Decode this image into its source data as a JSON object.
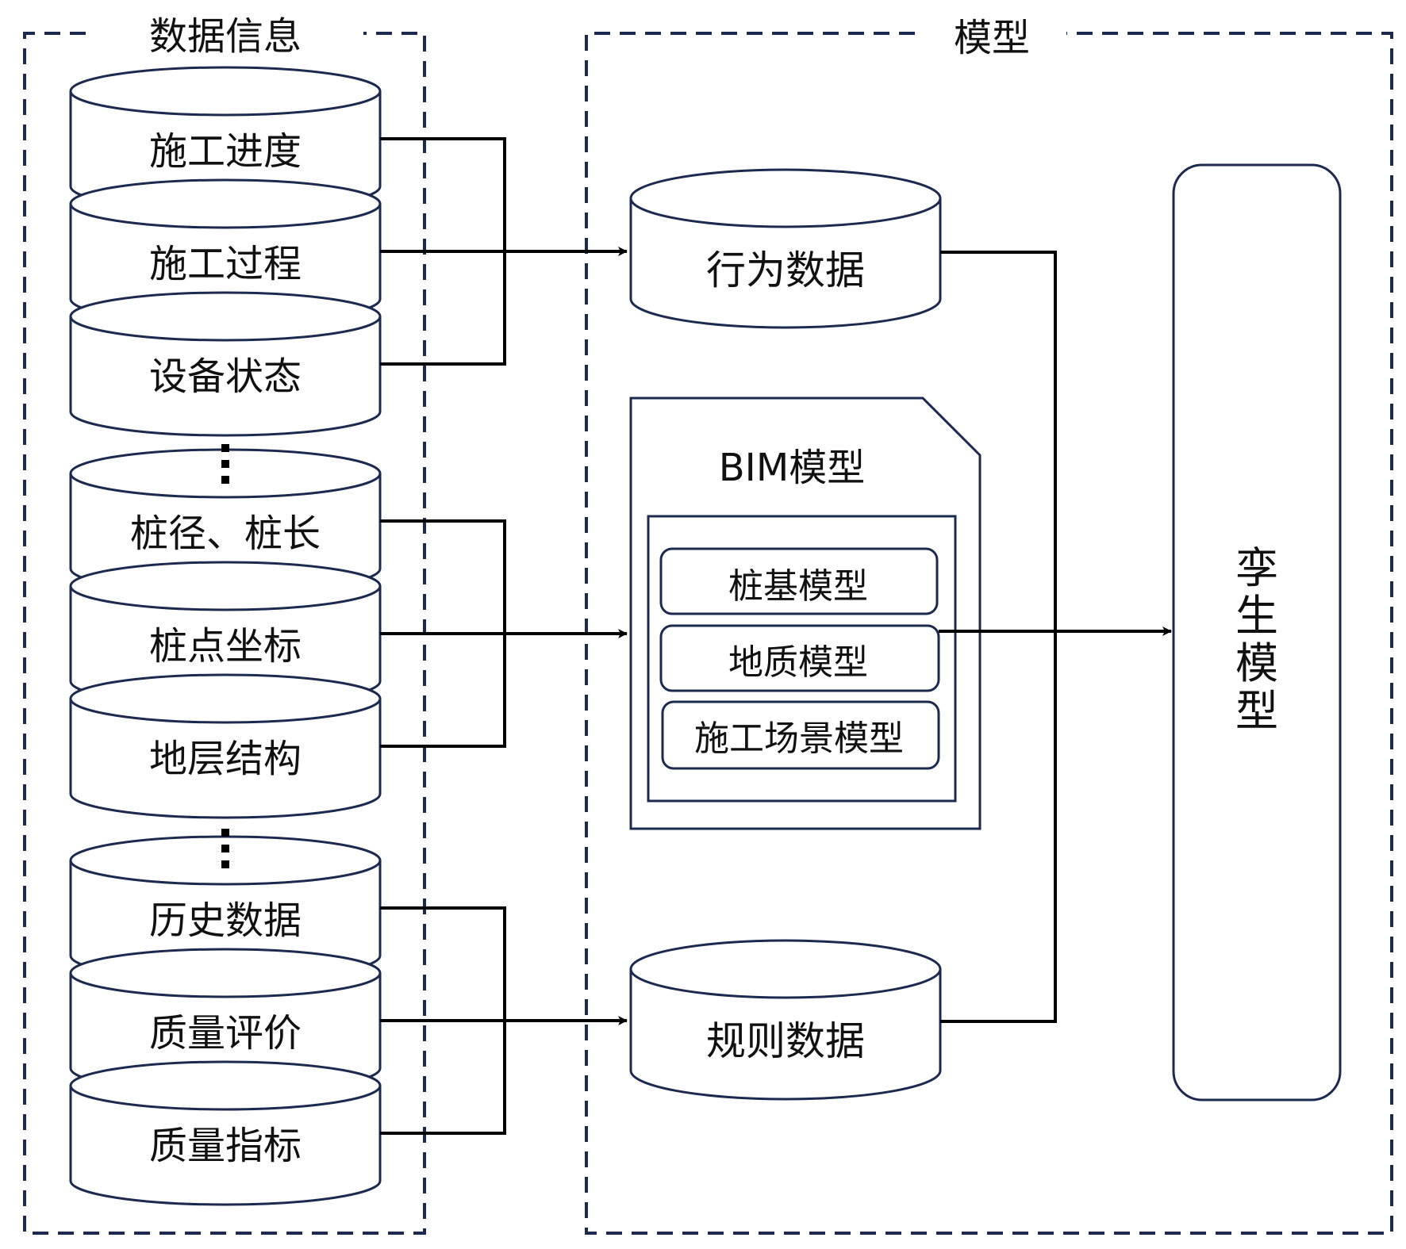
{
  "sections": {
    "data_info": {
      "title": "数据信息"
    },
    "model": {
      "title": "模型"
    }
  },
  "data_groups": [
    {
      "items": [
        "施工进度",
        "施工过程",
        "设备状态"
      ],
      "target": "行为数据"
    },
    {
      "items": [
        "桩径、桩长",
        "桩点坐标",
        "地层结构"
      ],
      "target": "BIM模型"
    },
    {
      "items": [
        "历史数据",
        "质量评价",
        "质量指标"
      ],
      "target": "规则数据"
    }
  ],
  "ellipsis": "⋮",
  "behavior_data": {
    "label": "行为数据"
  },
  "bim_model": {
    "title": "BIM模型",
    "sub_models": [
      "桩基模型",
      "地质模型",
      "施工场景模型"
    ]
  },
  "rule_data": {
    "label": "规则数据"
  },
  "twin_model": {
    "label": "孪生模型",
    "chars": [
      "孪",
      "生",
      "模",
      "型"
    ]
  },
  "colors": {
    "navy": "#1b2a4e",
    "line": "#000000",
    "background": "#ffffff"
  }
}
